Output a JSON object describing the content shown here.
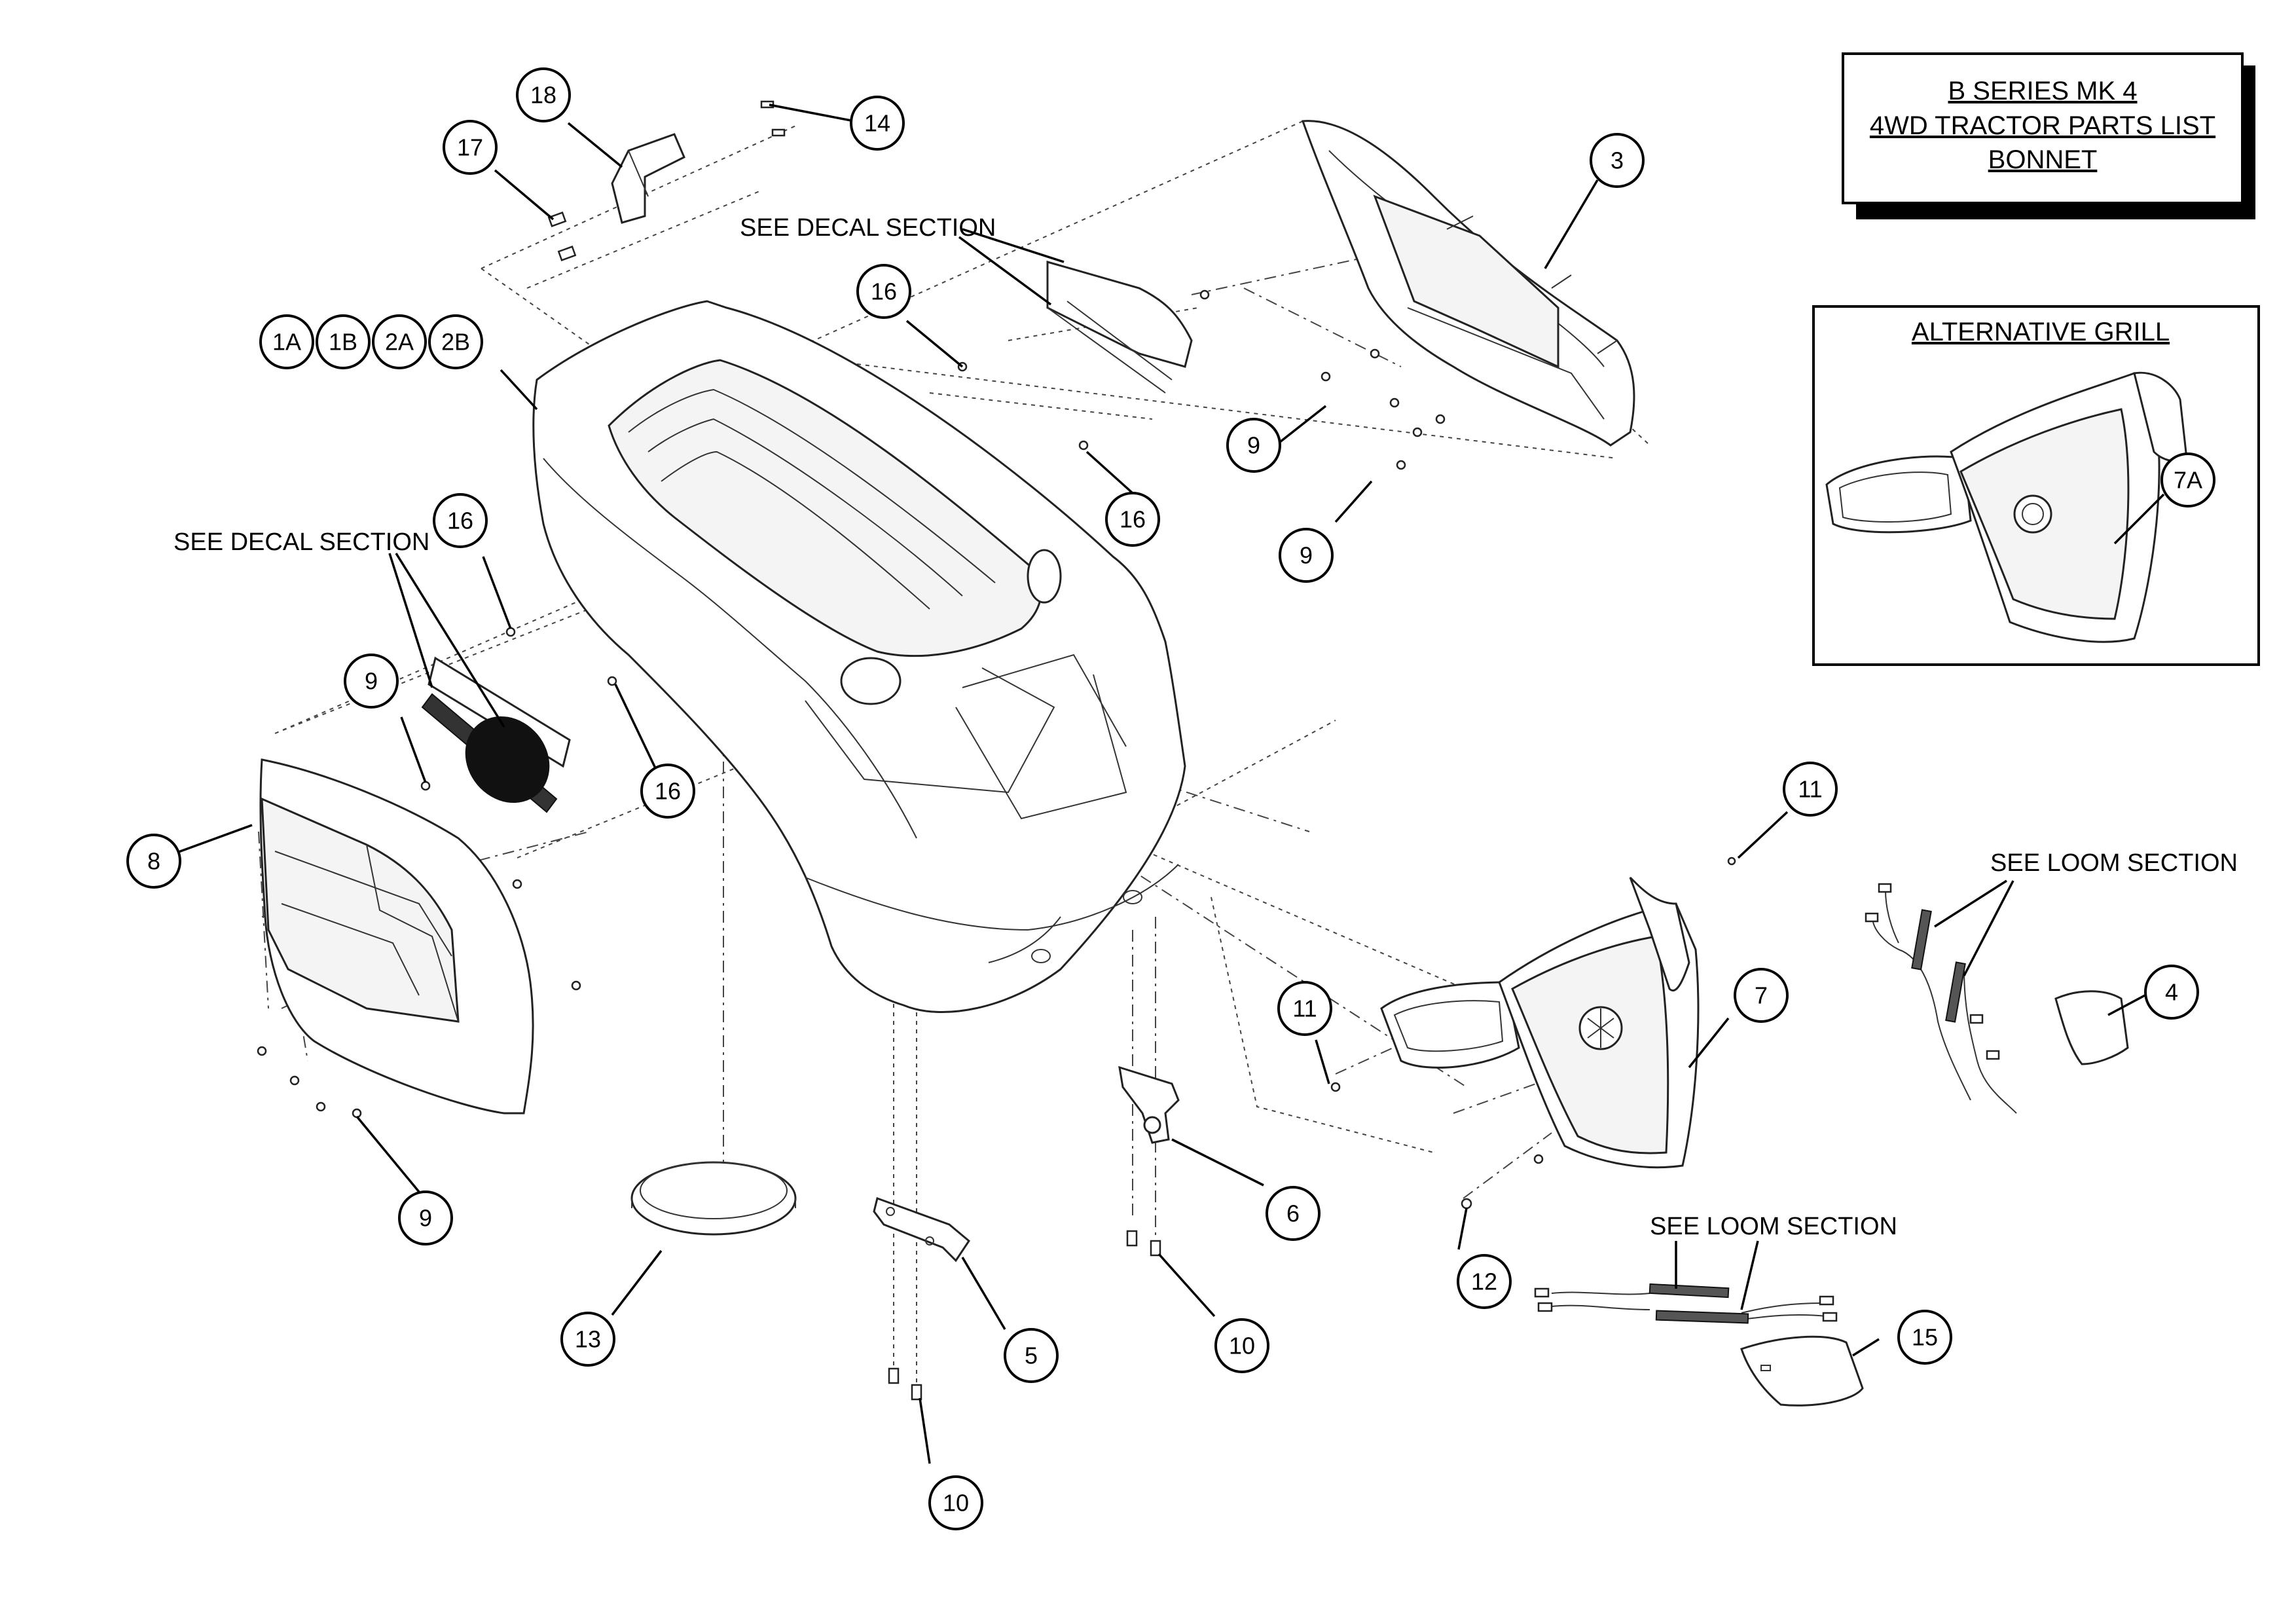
{
  "title_block": {
    "line1": "B SERIES MK 4",
    "line2": "4WD TRACTOR PARTS LIST",
    "line3": "BONNET"
  },
  "inset": {
    "title": "ALTERNATIVE GRILL"
  },
  "notes": {
    "decal_top": "SEE DECAL SECTION",
    "decal_left": "SEE DECAL SECTION",
    "loom_right": "SEE LOOM SECTION",
    "loom_bottom": "SEE LOOM SECTION"
  },
  "callouts": {
    "c18": "18",
    "c17": "17",
    "c14": "14",
    "c3": "3",
    "c1a": "1A",
    "c1b": "1B",
    "c2a": "2A",
    "c2b": "2B",
    "c16_top": "16",
    "c16_mid": "16",
    "c16_left": "16",
    "c16_lower": "16",
    "c9_right_a": "9",
    "c9_right_b": "9",
    "c9_left": "9",
    "c9_bottom": "9",
    "c8": "8",
    "c7a": "7A",
    "c11_top": "11",
    "c11_mid": "11",
    "c7": "7",
    "c4": "4",
    "c6": "6",
    "c13": "13",
    "c5": "5",
    "c10_mid": "10",
    "c10_bottom": "10",
    "c12": "12",
    "c15": "15"
  }
}
